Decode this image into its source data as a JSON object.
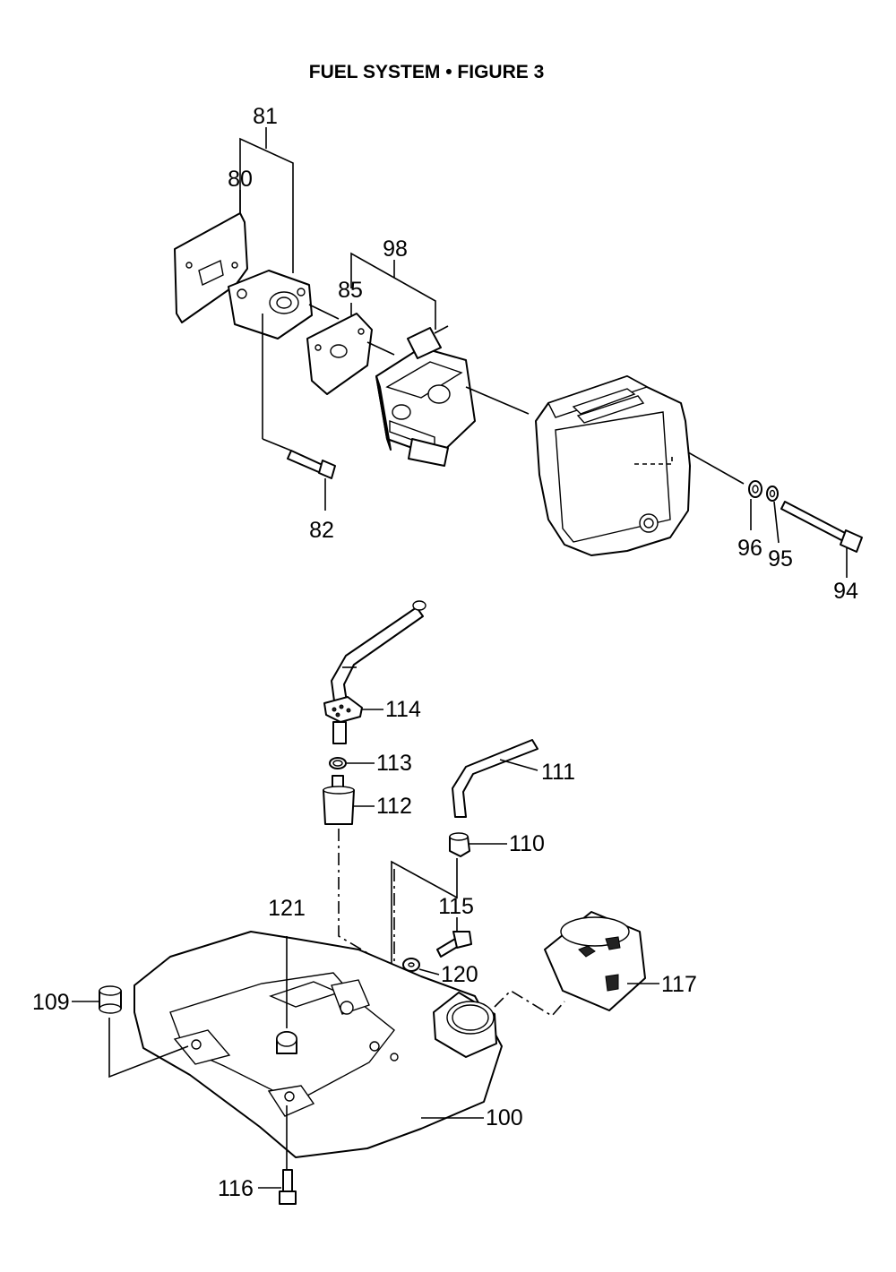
{
  "title": "FUEL SYSTEM  •  FIGURE 3",
  "callouts": {
    "p80": "80",
    "p81": "81",
    "p82": "82",
    "p85": "85",
    "p94": "94",
    "p95": "95",
    "p96": "96",
    "p98": "98",
    "p100": "100",
    "p109": "109",
    "p110": "110",
    "p111": "111",
    "p112": "112",
    "p113": "113",
    "p114": "114",
    "p115": "115",
    "p116": "116",
    "p117": "117",
    "p120": "120",
    "p121": "121"
  }
}
